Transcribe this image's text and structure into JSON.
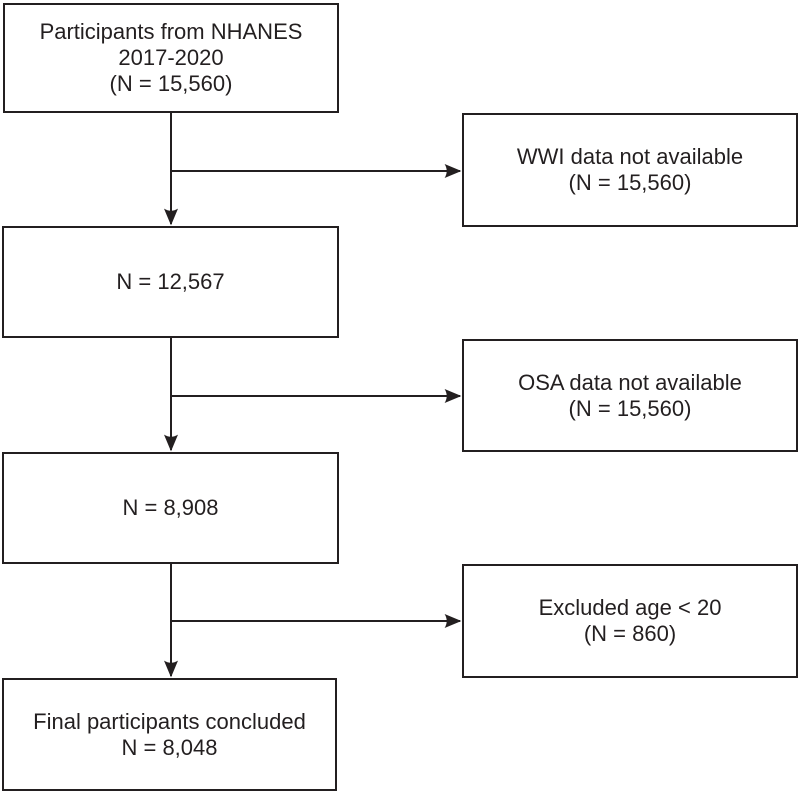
{
  "flowchart": {
    "nodes": [
      {
        "id": "participants-source",
        "lines": [
          "Participants from NHANES",
          "2017-2020",
          "(N = 15,560)"
        ]
      },
      {
        "id": "wwi-not-available",
        "lines": [
          "WWI data not available",
          "(N = 15,560)"
        ]
      },
      {
        "id": "after-wwi",
        "lines": [
          "N = 12,567"
        ]
      },
      {
        "id": "osa-not-available",
        "lines": [
          "OSA data not available",
          "(N = 15,560)"
        ]
      },
      {
        "id": "after-osa",
        "lines": [
          "N = 8,908"
        ]
      },
      {
        "id": "excluded-age",
        "lines": [
          "Excluded age < 20",
          "(N = 860)"
        ]
      },
      {
        "id": "final-participants",
        "lines": [
          "Final participants concluded",
          "N = 8,048"
        ]
      }
    ],
    "colors": {
      "line": "#231f20",
      "text": "#231f20",
      "box_fill": "#ffffff",
      "background": "#ffffff"
    }
  }
}
